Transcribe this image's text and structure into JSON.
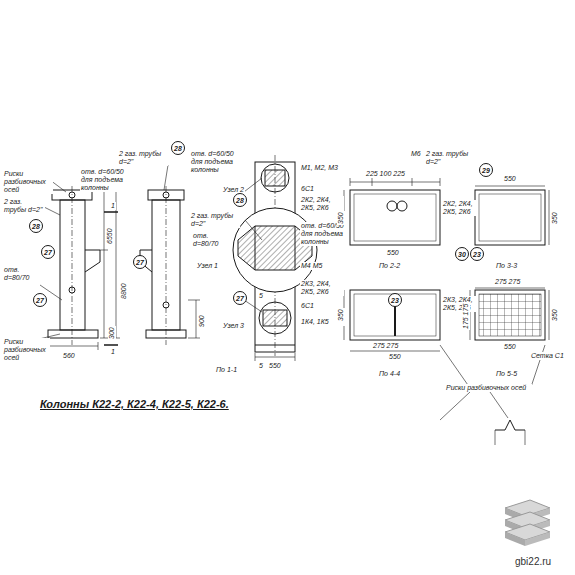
{
  "diagram": {
    "title": "Колонны К22-2, К22-4, К22-5, К22-6.",
    "nodes": [
      {
        "text": [
          "28"
        ]
      },
      {
        "text": [
          "27"
        ]
      },
      {
        "text": [
          "27"
        ]
      },
      {
        "text": [
          "28"
        ]
      },
      {
        "text": [
          "27"
        ]
      },
      {
        "text": [
          "28"
        ]
      },
      {
        "text": [
          "27"
        ]
      },
      {
        "text": [
          "29"
        ]
      },
      {
        "text": [
          "30"
        ]
      },
      {
        "text": [
          "23"
        ]
      },
      {
        "text": [
          "23"
        ]
      }
    ],
    "labels": [
      "Риски разбивочных осей",
      "2 газ. трубы d=2\"",
      "отв. d=60/50 для подъема колонны",
      "2 газ. трубы d=2\"",
      "отв. d=60/50 для подъема колонны",
      "Узел 2",
      "2 газ. трубы d=2\"",
      "отв. d=80/70",
      "Узел 1",
      "Узел 3",
      "отв. d=60/50 для подъема колонны",
      "М1, М2, М3",
      "6С1",
      "2К2, 2К4, 2К5, 2К6",
      "М4 М5",
      "2К3, 2К4, 2К5, 2К6",
      "6С1",
      "1К4, 1К5",
      "550",
      "560",
      "Риски разбивочных осей",
      "отв. d=80/70",
      "6550",
      "8800",
      "300",
      "900",
      "225 100 225",
      "М6",
      "2 газ. трубы d=2\"",
      "2К2, 2К4, 2К5, 2К6",
      "550",
      "350",
      "550",
      "350",
      "2К3, 2К4, 2К5, 2К6",
      "275 275",
      "550",
      "350",
      "275 275",
      "175 175",
      "550",
      "350",
      "Сетка С1",
      "Риски разбивочных осей",
      "По 1-1",
      "По 2-2",
      "По 3-3",
      "По 4-4",
      "По 5-5",
      "1",
      "1",
      "5",
      "5",
      "gbi22.ru"
    ]
  }
}
